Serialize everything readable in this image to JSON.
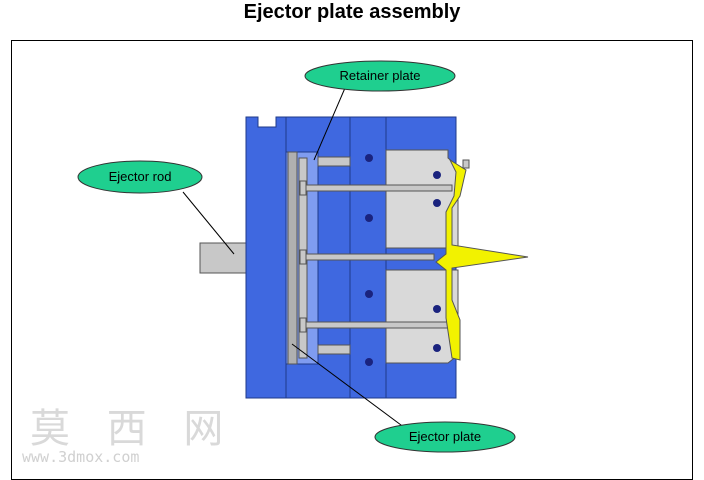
{
  "title": "Ejector plate assembly",
  "labels": {
    "retainer_plate": "Retainer plate",
    "ejector_rod": "Ejector rod",
    "ejector_plate": "Ejector plate"
  },
  "watermark": {
    "chinese": "莫 西 网",
    "url": "www.3dmox.com"
  },
  "colors": {
    "mould_blue": "#3f68e0",
    "mould_blue_light": "#7f9cf0",
    "pin_gray": "#c8c8c8",
    "cavity_gray": "#d9d9d9",
    "part_yellow": "#f2f200",
    "callout_green": "#1fcf8f",
    "bolt_navy": "#1a237e"
  }
}
